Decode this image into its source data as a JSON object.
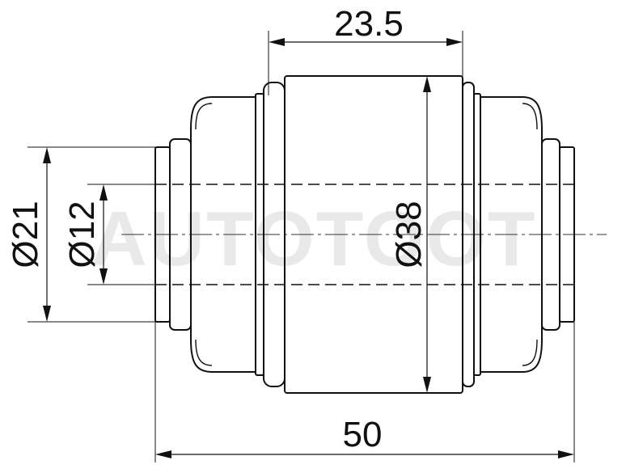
{
  "watermark": "AUTOTOOT",
  "dimensions": {
    "top_width": "23.5",
    "overall_length": "50",
    "outer_diameter": "Ø38",
    "flange_diameter": "Ø21",
    "bore_diameter": "Ø12"
  }
}
